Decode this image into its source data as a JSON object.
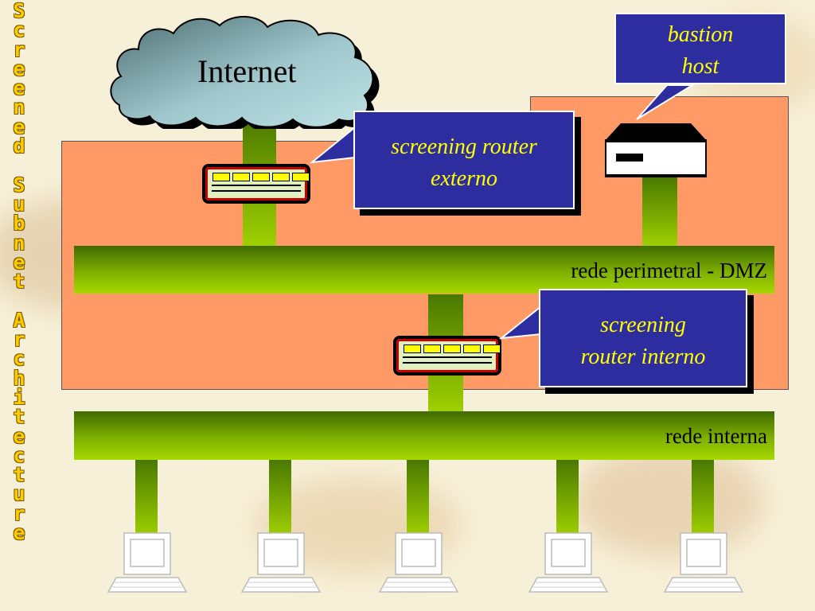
{
  "side_title": "Screened Subnet Architecture",
  "cloud": {
    "label": "Internet"
  },
  "callouts": {
    "bastion": [
      "bastion",
      "host"
    ],
    "router_externo": [
      "screening router",
      "externo"
    ],
    "router_interno": [
      "screening",
      "router interno"
    ]
  },
  "networks": {
    "dmz": "rede perimetral - DMZ",
    "interna": "rede interna"
  },
  "colors": {
    "zone": "#ff9966",
    "callout_bg": "#2d2da0",
    "callout_text": "#ffff00",
    "cloud": "#9fc7cc",
    "title": "#ffcc00"
  },
  "icons": [
    "cloud-icon",
    "router-icon",
    "server-icon",
    "computer-icon"
  ]
}
